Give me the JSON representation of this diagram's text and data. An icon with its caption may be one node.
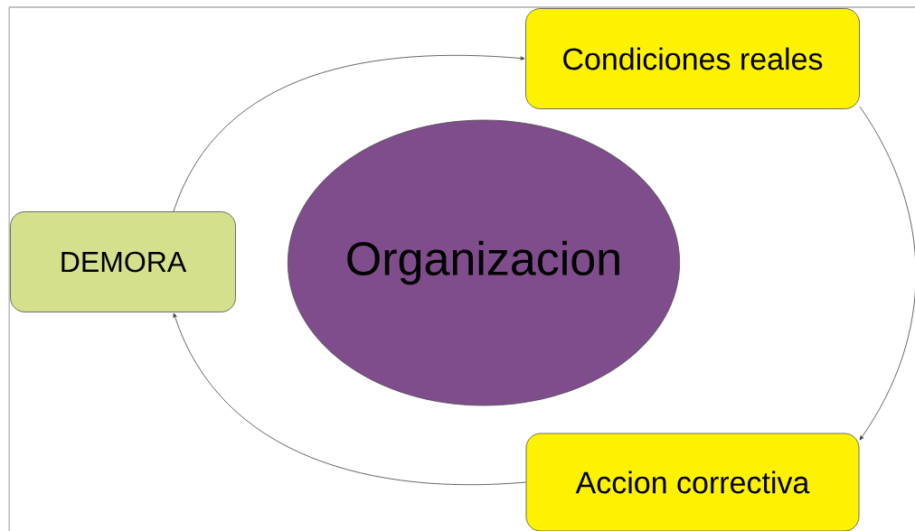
{
  "diagram": {
    "nodes": [
      {
        "text": [
          "Condiciones reales"
        ]
      },
      {
        "text": [
          "DEMORA"
        ]
      },
      {
        "text": [
          "Organizacion"
        ]
      },
      {
        "text": [
          "Accion correctiva"
        ]
      }
    ],
    "edges": [
      {
        "from": 1,
        "to": 0,
        "arrow": "to"
      },
      {
        "from": 0,
        "to": 3,
        "arrow": "to"
      },
      {
        "from": 3,
        "to": 1,
        "arrow": "to"
      }
    ]
  }
}
